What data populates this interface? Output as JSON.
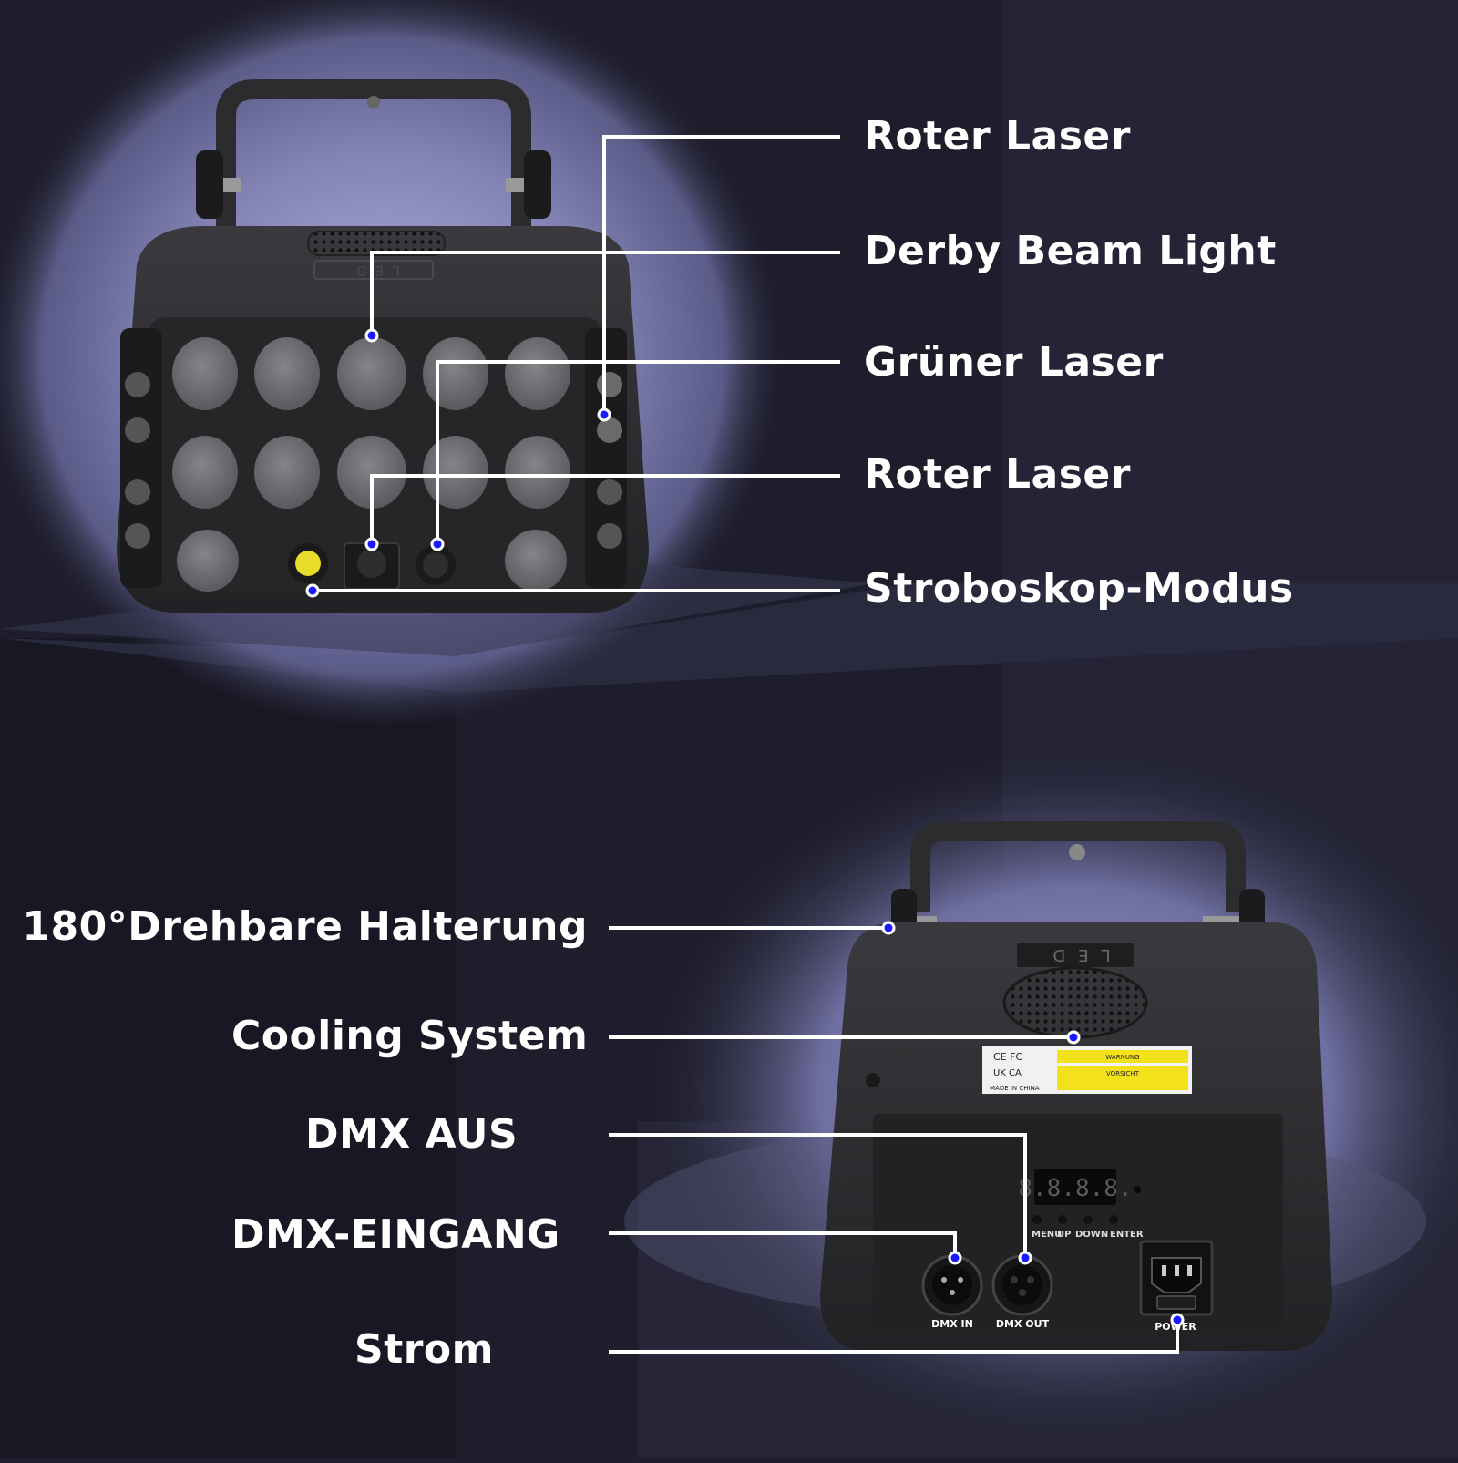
{
  "front": {
    "labels": [
      {
        "id": "red-laser-top",
        "text": "Roter Laser"
      },
      {
        "id": "derby-beam",
        "text": "Derby Beam Light"
      },
      {
        "id": "green-laser",
        "text": "Grüner Laser"
      },
      {
        "id": "red-laser-bottom",
        "text": "Roter Laser"
      },
      {
        "id": "strobe-mode",
        "text": "Stroboskop-Modus"
      }
    ],
    "led_badge": "LED"
  },
  "back": {
    "labels": [
      {
        "id": "bracket",
        "text": "180°Drehbare Halterung"
      },
      {
        "id": "cooling",
        "text": "Cooling System"
      },
      {
        "id": "dmx-out",
        "text": "DMX AUS"
      },
      {
        "id": "dmx-in",
        "text": "DMX-EINGANG"
      },
      {
        "id": "power",
        "text": "Strom"
      }
    ],
    "led_badge": "LED",
    "display": "8.8.8.8.",
    "buttons": [
      "MENU",
      "UP",
      "DOWN",
      "ENTER"
    ],
    "ports": {
      "dmx_in": "DMX IN",
      "dmx_out": "DMX OUT",
      "power": "POWER"
    },
    "sticker": {
      "marks": "CE FC",
      "marks2": "UK CA",
      "made_in": "MADE IN CHINA",
      "warning_title": "WARNUNG",
      "caution_title": "VORSICHT"
    }
  },
  "colors": {
    "background": "#1e1e2c",
    "spotlight": "#6a6a9a",
    "device_body": "#2b2b2e",
    "lens": "#6d6d70",
    "callout_line": "#ffffff",
    "callout_dot": "#1a1aff",
    "sticker_yellow": "#f3e11a",
    "strobe_yellow": "#e8dc2a"
  }
}
